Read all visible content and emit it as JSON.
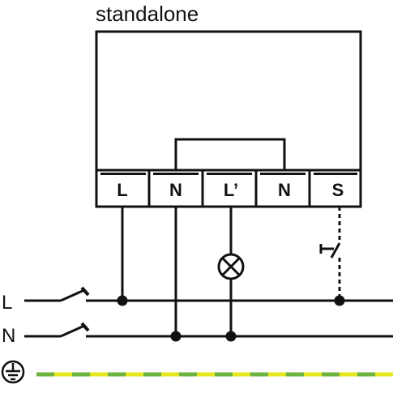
{
  "title": "standalone",
  "terminals": [
    "L",
    "N",
    "L’",
    "N",
    "S"
  ],
  "lines": {
    "live": "L",
    "neutral": "N"
  },
  "icons": {
    "lamp": "lamp-icon",
    "earth": "earth-ground-icon",
    "pushbutton": "pushbutton-icon"
  },
  "colors": {
    "stroke": "#111111",
    "earth_green": "#6cb33f",
    "earth_yellow": "#e6e61e"
  }
}
